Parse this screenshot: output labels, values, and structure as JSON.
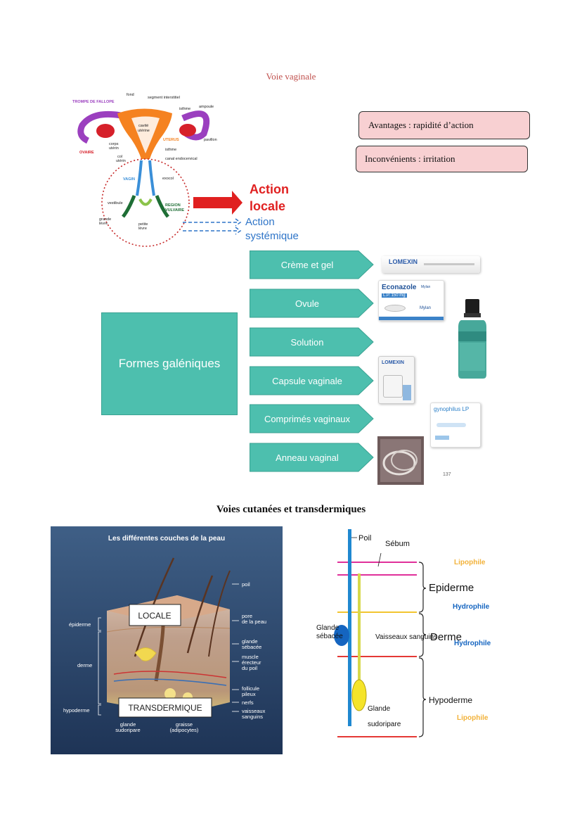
{
  "section_vaginal": {
    "title": "Voie vaginale",
    "anatomy": {
      "labels": {
        "trompe": "TROMPE DE FALLOPE",
        "fond": "fond",
        "segment": "segment interstitiel",
        "isthme_top": "isthme",
        "ampoule": "ampoule",
        "cavite": "cavité",
        "uterine": "utérine",
        "pavillon": "pavillon",
        "uterus": "UTERUS",
        "ovaire": "OVAIRE",
        "corps1": "corps",
        "corps2": "utérin",
        "isthme": "isthme",
        "col1": "col",
        "col2": "utérin",
        "canal": "canal endocervical",
        "vagin": "VAGIN",
        "exocol": "exocol",
        "vestibule": "vestibule",
        "region1": "REGION",
        "region2": "VULVAIRE",
        "grande1": "grande",
        "grande2": "lèvre",
        "petite1": "petite",
        "petite2": "lèvre"
      }
    },
    "action_locale": [
      "Action",
      "locale"
    ],
    "action_systemique": [
      "Action",
      "systémique"
    ],
    "avantages": "Avantages : rapidité d’action",
    "inconvenients": "Inconvénients : irritation",
    "formes_label": "Formes galéniques",
    "formes": [
      "Crème et gel",
      "Ovule",
      "Solution",
      "Capsule vaginale",
      "Comprimés vaginaux",
      "Anneau vaginal"
    ],
    "products": {
      "lomexin_tube": "LOMEXIN",
      "econazole": "Econazole",
      "econazole_brand": "Mylan",
      "econazole_dose": "L.P. 150 mg",
      "mylan": "Mylan",
      "lomexin_box": "LOMEXIN",
      "gynophilus": "gynophilus LP"
    },
    "page_number": "137"
  },
  "section_cutane": {
    "title": "Voies cutanées et transdermiques",
    "skin": {
      "title": "Les différentes couches de la peau",
      "left_labels": [
        "épiderme",
        "derme",
        "hypoderme"
      ],
      "right_labels": [
        "poil",
        "pore",
        "de la peau",
        "glande",
        "sébacée",
        "muscle",
        "érecteur",
        "du poil",
        "follicule",
        "pileux",
        "nerfs",
        "vaisseaux",
        "sanguins"
      ],
      "bottom_labels": [
        "glande",
        "sudoripare",
        "graisse",
        "(adipocytes)"
      ],
      "locale": "LOCALE",
      "transdermique": "TRANSDERMIQUE"
    },
    "diagram": {
      "poil": "Poil",
      "sebum": "Sébum",
      "lipophile1": "Lipophile",
      "epiderme": "Epiderme",
      "hydrophile1": "Hydrophile",
      "glande_seb1": "Glande",
      "glande_seb2": "sébacée",
      "vaisseaux": "Vaisseaux sanguins",
      "derme": "Derme",
      "hydrophile2": "Hydrophile",
      "hypoderme": "Hypoderme",
      "glande_sud1": "Glande",
      "glande_sud2": "sudoripare",
      "lipophile2": "Lipophile"
    }
  },
  "colors": {
    "teal": "#4dbfae",
    "pink_box": "#f8d0d2",
    "action_red": "#e02020",
    "action_blue": "#2f75c8",
    "title_red": "#c0504d"
  }
}
